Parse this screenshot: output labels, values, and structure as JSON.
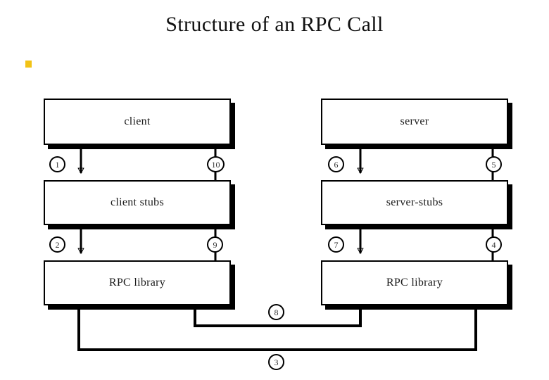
{
  "slide": {
    "title": "Structure of an RPC Call",
    "bullet_marker_color": "#f2c316",
    "background_color": "#ffffff",
    "stroke_color": "#000000"
  },
  "diagram": {
    "type": "layered-block-diagram",
    "columns": [
      {
        "side": "client",
        "boxes": [
          {
            "id": "client",
            "label": "client"
          },
          {
            "id": "client-stubs",
            "label": "client stubs"
          },
          {
            "id": "client-rpc-library",
            "label": "RPC library"
          }
        ]
      },
      {
        "side": "server",
        "boxes": [
          {
            "id": "server",
            "label": "server"
          },
          {
            "id": "server-stubs",
            "label": "server-stubs"
          },
          {
            "id": "server-rpc-library",
            "label": "RPC library"
          }
        ]
      }
    ],
    "steps": [
      {
        "number": "1",
        "from": "client",
        "to": "client-stubs",
        "direction": "down"
      },
      {
        "number": "2",
        "from": "client-stubs",
        "to": "client-rpc-library",
        "direction": "down"
      },
      {
        "number": "3",
        "from": "client-rpc-library",
        "to": "server-rpc-library",
        "direction": "across-outer"
      },
      {
        "number": "4",
        "from": "server-rpc-library",
        "to": "server-stubs",
        "direction": "up"
      },
      {
        "number": "5",
        "from": "server-stubs",
        "to": "server",
        "direction": "up"
      },
      {
        "number": "6",
        "from": "server",
        "to": "server-stubs",
        "direction": "down"
      },
      {
        "number": "7",
        "from": "server-stubs",
        "to": "server-rpc-library",
        "direction": "down"
      },
      {
        "number": "8",
        "from": "server-rpc-library",
        "to": "client-rpc-library",
        "direction": "across-inner"
      },
      {
        "number": "9",
        "from": "client-rpc-library",
        "to": "client-stubs",
        "direction": "up"
      },
      {
        "number": "10",
        "from": "client-stubs",
        "to": "client",
        "direction": "up"
      }
    ]
  }
}
